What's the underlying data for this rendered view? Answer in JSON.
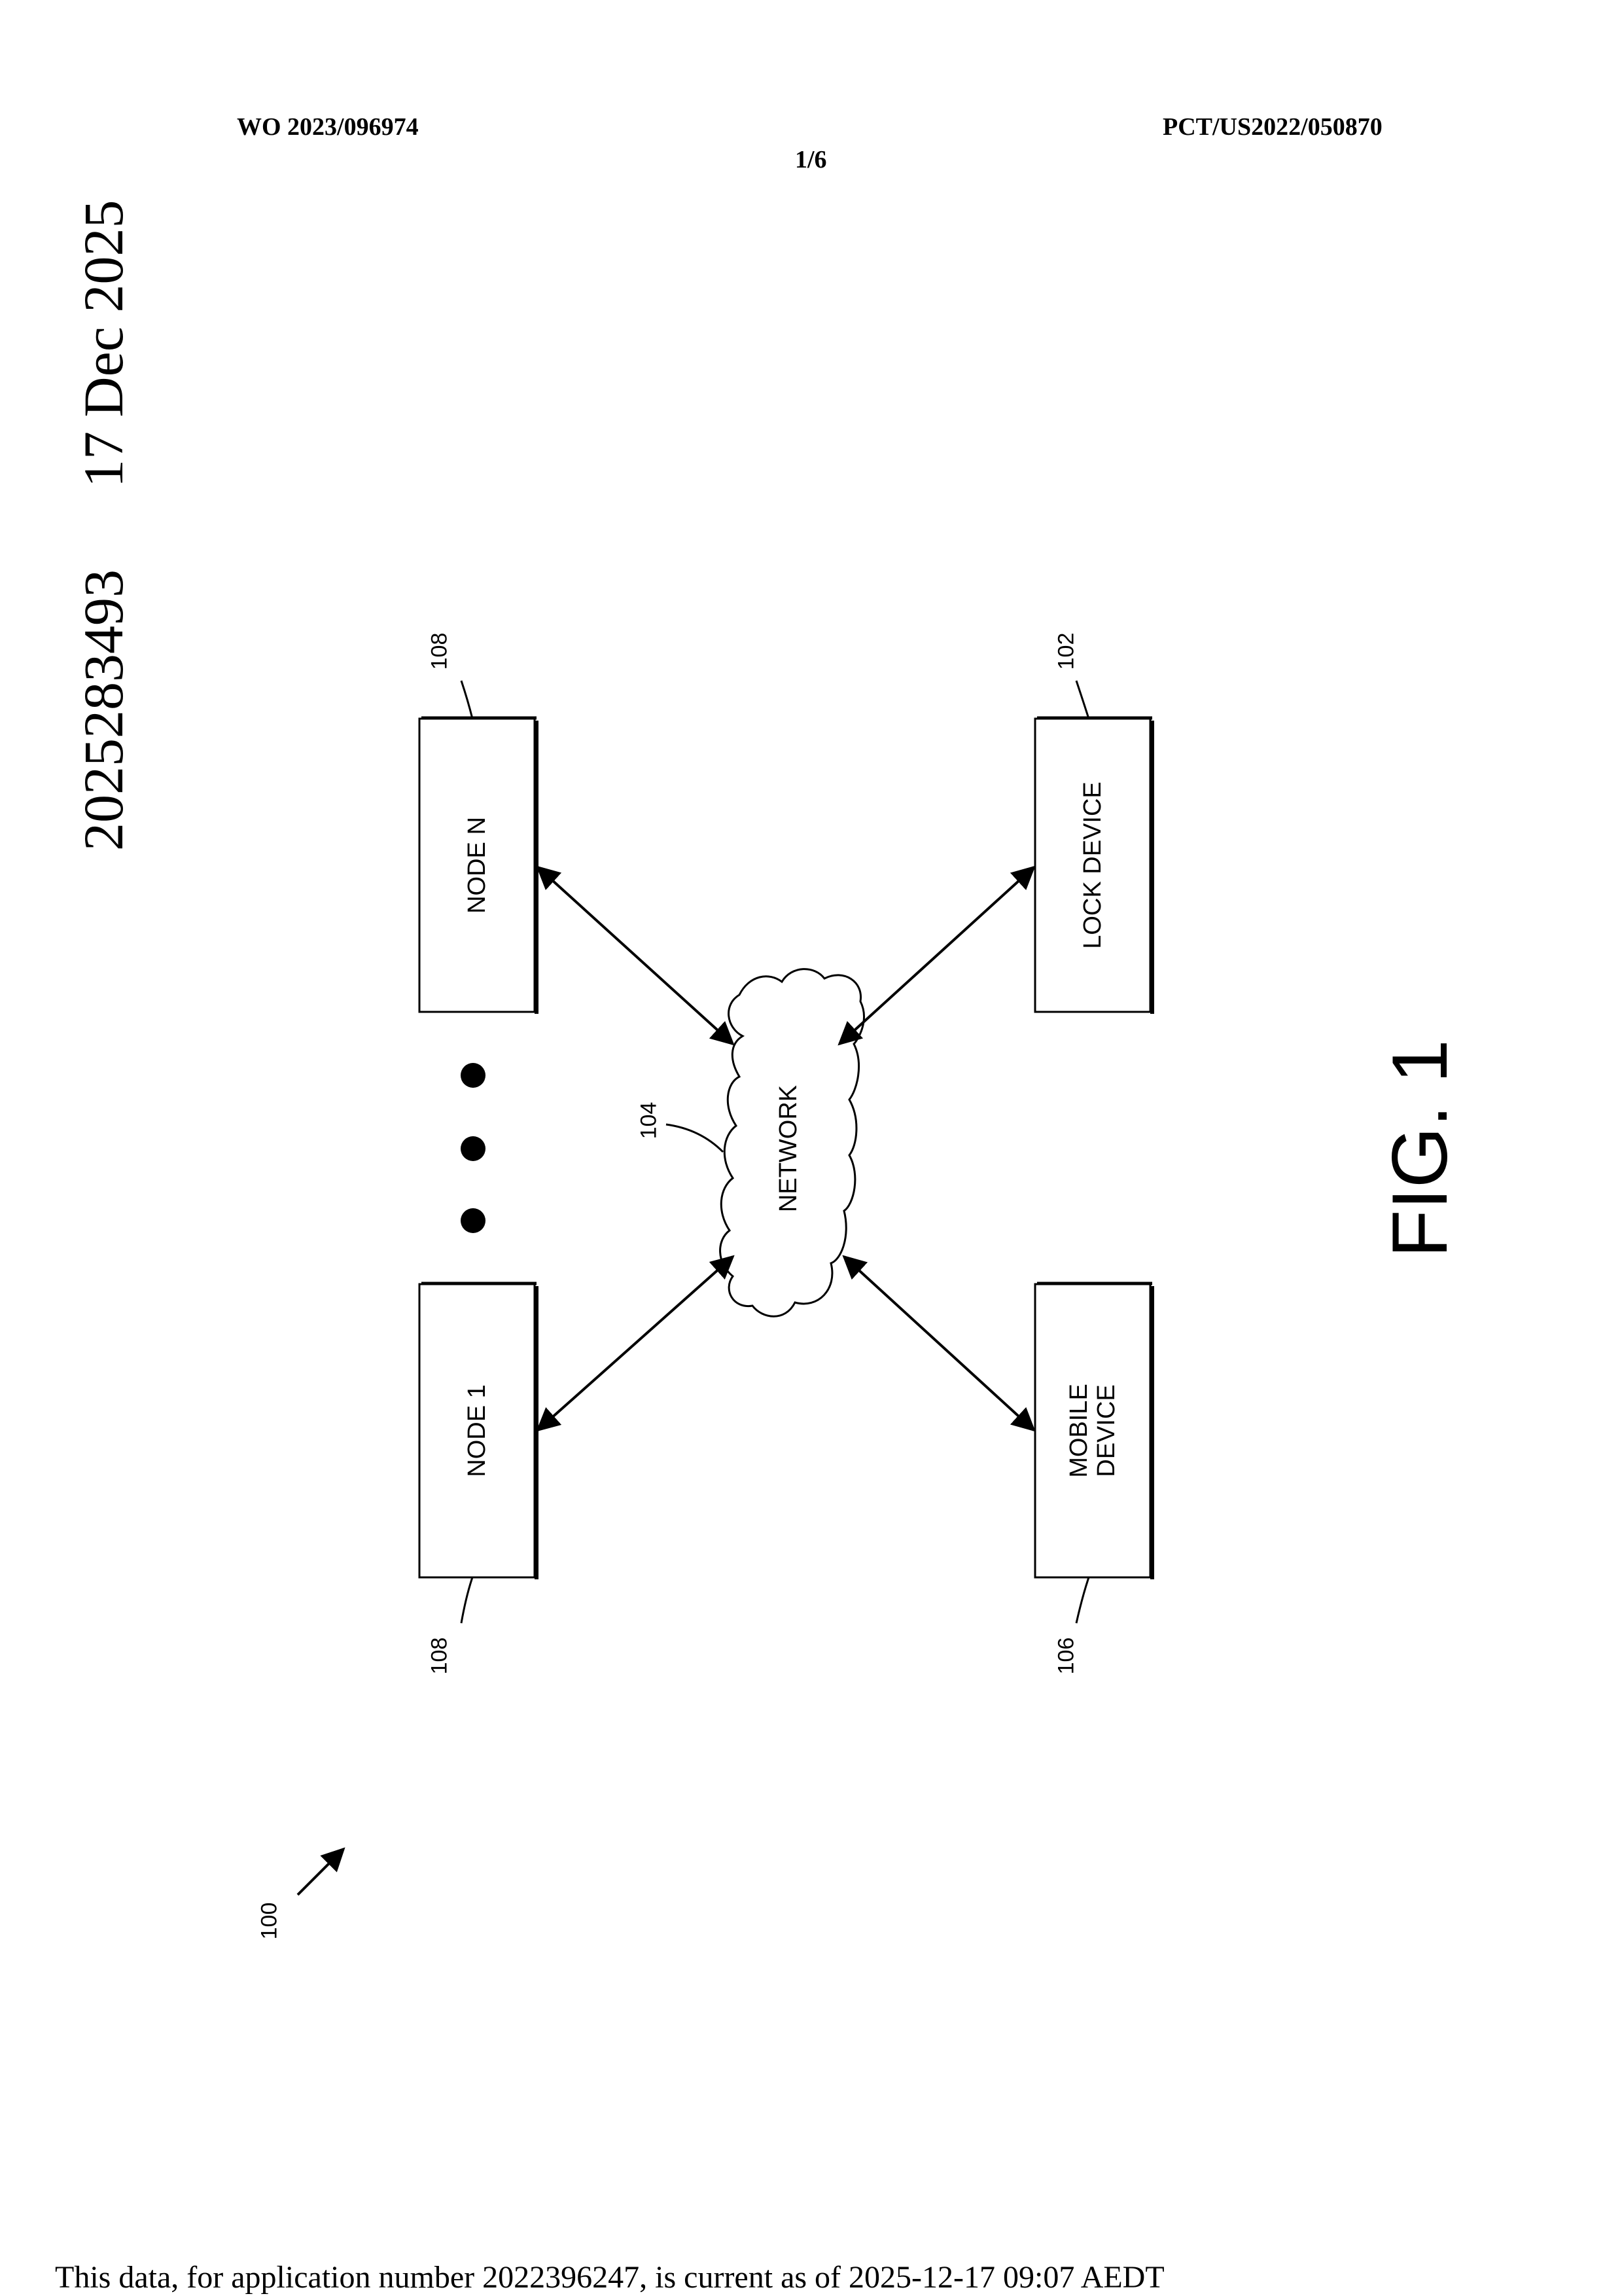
{
  "header": {
    "publication_number": "WO 2023/096974",
    "application_number": "PCT/US2022/050870",
    "sheet": "1/6"
  },
  "side_stamp": {
    "number": "2025283493",
    "date": "17 Dec 2025"
  },
  "figure": {
    "label": "FIG. 1",
    "system_ref": "100",
    "nodes": [
      {
        "label_lines": [
          "NODE N"
        ],
        "ref": "108"
      },
      {
        "label_lines": [
          "LOCK DEVICE"
        ],
        "ref": "102"
      },
      {
        "label_lines": [
          "NODE 1"
        ],
        "ref": "108"
      },
      {
        "label_lines": [
          "MOBILE",
          "DEVICE"
        ],
        "ref": "106"
      }
    ],
    "network": {
      "label": "NETWORK",
      "ref": "104"
    }
  },
  "footer": {
    "text": "This data, for application number 2022396247, is current as of 2025-12-17 09:07 AEDT"
  }
}
